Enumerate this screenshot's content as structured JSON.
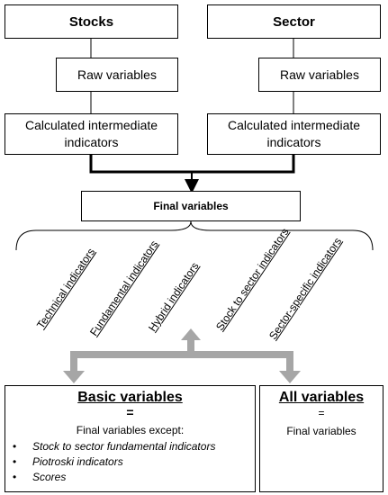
{
  "stocks": {
    "title": "Stocks",
    "raw": "Raw variables",
    "calc_line1": "Calculated intermediate",
    "calc_line2": "indicators"
  },
  "sector": {
    "title": "Sector",
    "raw": "Raw variables",
    "calc_line1": "Calculated intermediate",
    "calc_line2": "indicators"
  },
  "final": {
    "title": "Final variables",
    "categories": [
      "Technical indicators",
      "Fundamental indicators",
      "Hybrid indicators",
      "Stock to sector indicators",
      "Sector-specific indicators"
    ]
  },
  "basic": {
    "title": "Basic variables",
    "equals": "=",
    "text": "Final variables except:",
    "exceptions": [
      "Stock to sector fundamental indicators",
      "Piotroski indicators",
      "Scores"
    ]
  },
  "all": {
    "title": "All variables",
    "equals": "=",
    "text": "Final variables"
  },
  "colors": {
    "border": "#000000",
    "arrow_gray": "#a6a6a6"
  }
}
